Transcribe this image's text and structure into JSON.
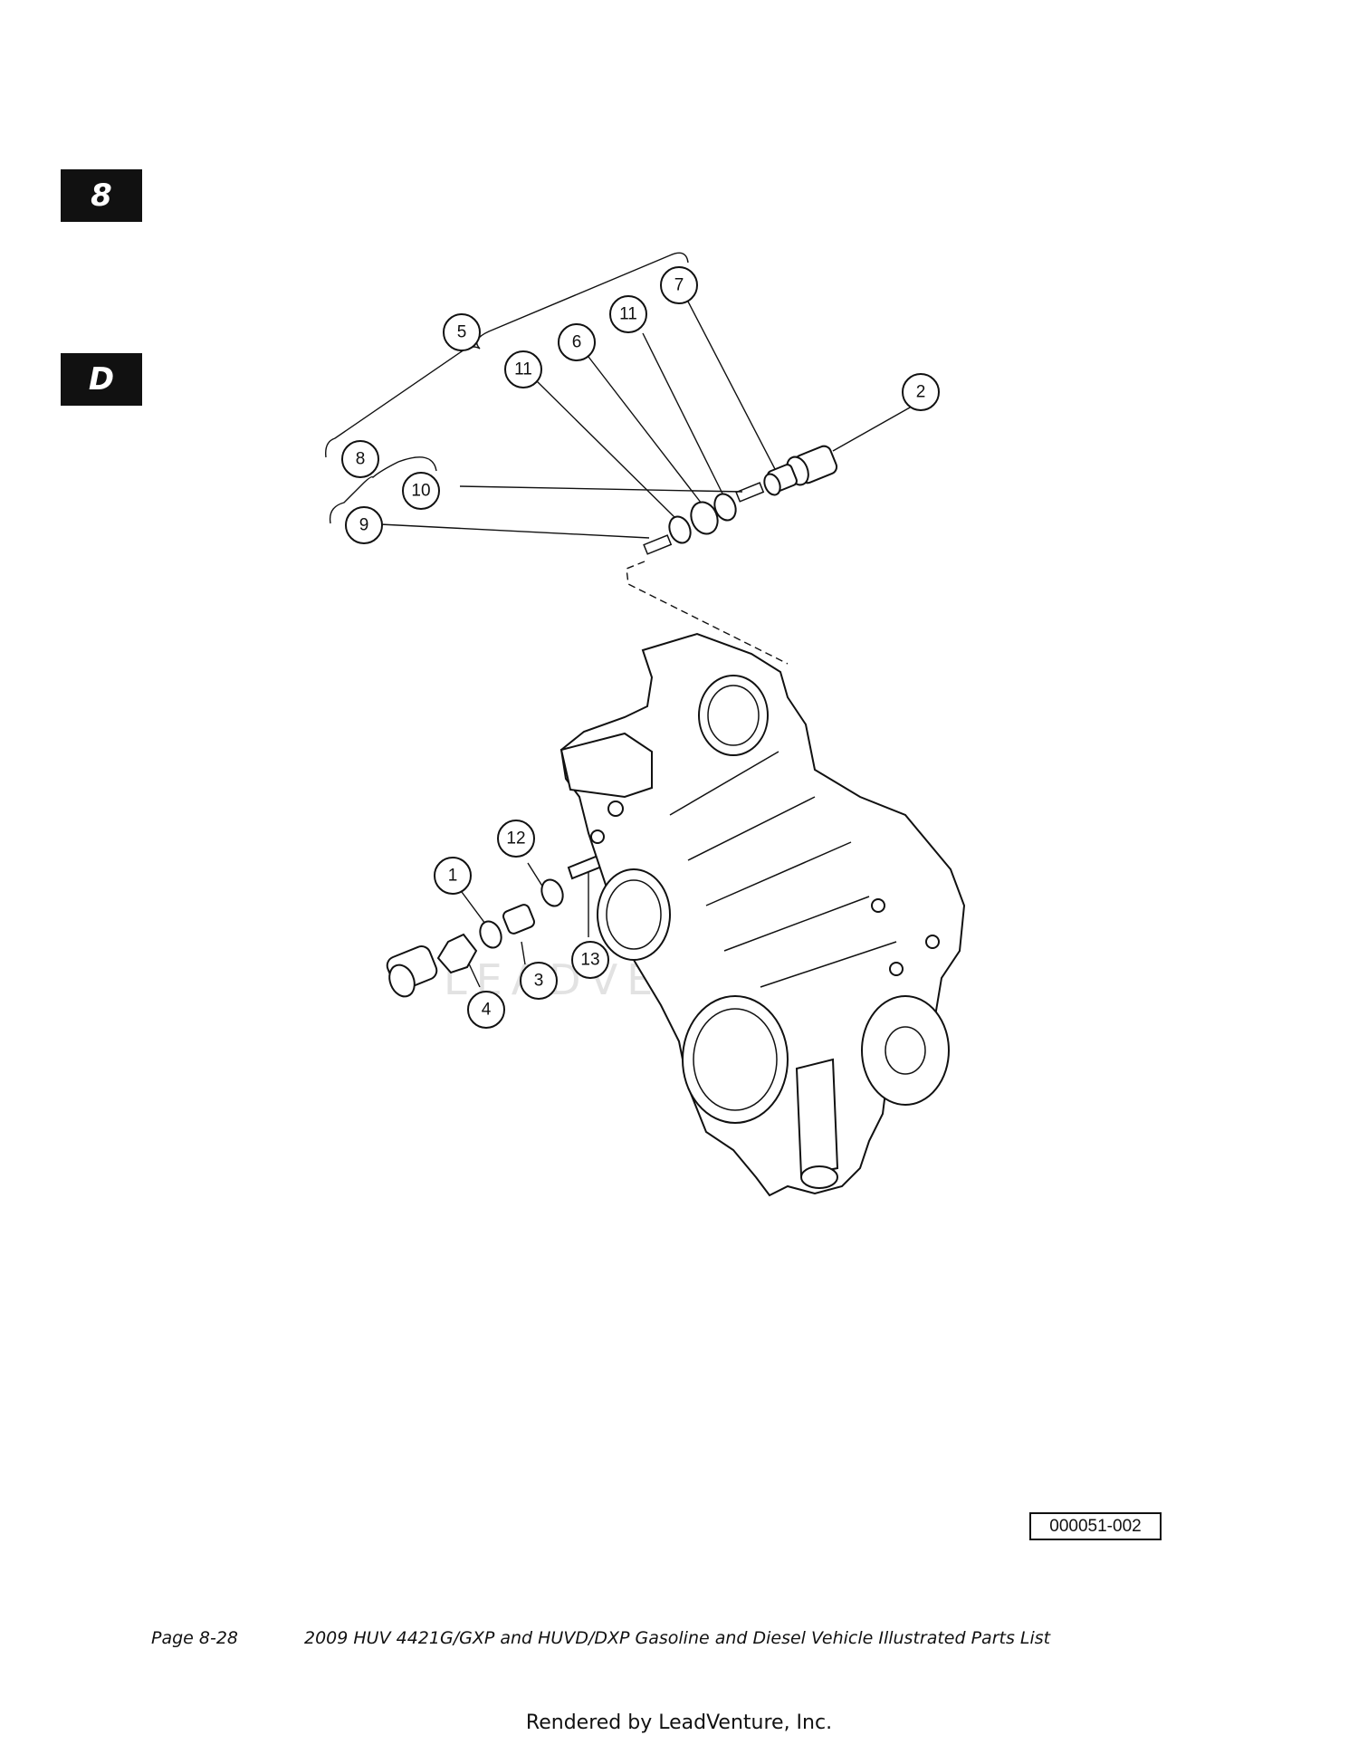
{
  "tabs": {
    "section": "8",
    "subsection": "D"
  },
  "callouts": {
    "c1": "1",
    "c2": "2",
    "c3": "3",
    "c4": "4",
    "c5": "5",
    "c6": "6",
    "c7": "7",
    "c8": "8",
    "c9": "9",
    "c10": "10",
    "c11a": "11",
    "c11b": "11",
    "c12": "12",
    "c13": "13"
  },
  "figure_ref": "000051-002",
  "watermark": "LEADVENTURE",
  "footer": {
    "page": "Page 8-28",
    "title": "2009 HUV 4421G/GXP and HUVD/DXP Gasoline and Diesel Vehicle Illustrated Parts List"
  },
  "rendered_by": "Rendered by LeadVenture, Inc."
}
